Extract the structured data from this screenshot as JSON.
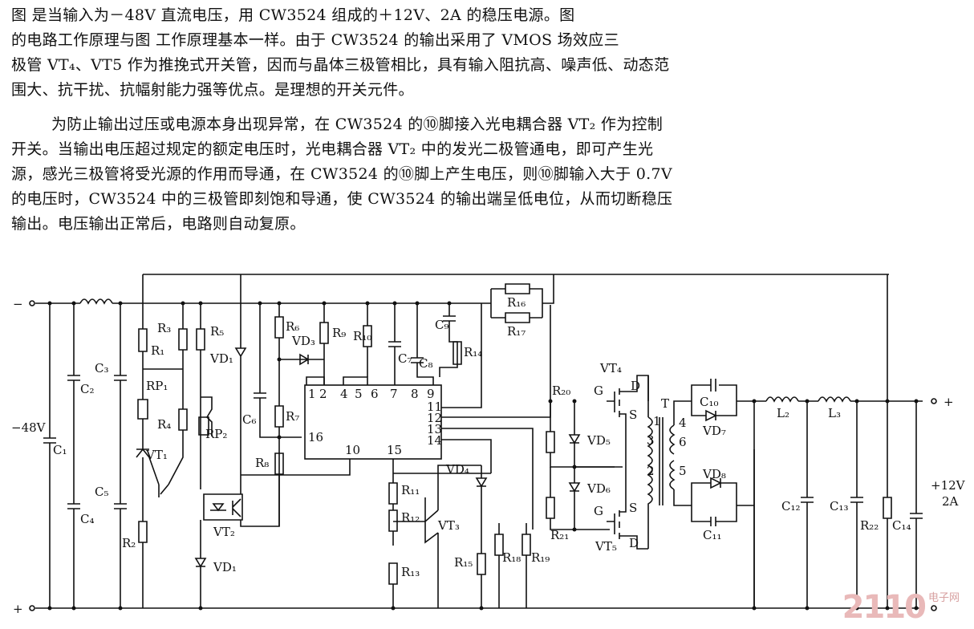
{
  "text": {
    "p1": [
      "图      是当输入为－48V 直流电压，用 CW3524 组成的＋12V、2A 的稳压电源。图",
      "的电路工作原理与图      工作原理基本一样。由于 CW3524 的输出采用了 VMOS 场效应三",
      "极管 VT₄、VT5 作为推挽式开关管，因而与晶体三极管相比，具有输入阻抗高、噪声低、动态范",
      "围大、抗干扰、抗幅射能力强等优点。是理想的开关元件。"
    ],
    "p2": [
      "为防止输出过压或电源本身出现异常，在 CW3524 的⑩脚接入光电耦合器 VT₂ 作为控制",
      "开关。当输出电压超过规定的额定电压时，光电耦合器 VT₂ 中的发光二极管通电，即可产生光",
      "源，感光三极管将受光源的作用而导通，在 CW3524 的⑩脚上产生电压，则⑩脚输入大于 0.7V",
      "的电压时，CW3524 中的三极管即刻饱和导通，使 CW3524 的输出端呈低电位，从而切断稳压",
      "输出。电压输出正常后，电路则自动复原。"
    ]
  },
  "schematic": {
    "terminal_minus": "−",
    "terminal_plus": "+",
    "input_label": "−48V",
    "output_plus": "+",
    "output_label": "+12V",
    "output_current": "2A",
    "ic_pins_top": [
      "1",
      "2",
      "4",
      "5",
      "6",
      "7",
      "8",
      "9"
    ],
    "ic_pins_right": [
      "11",
      "12",
      "13",
      "14"
    ],
    "ic_pins_bottom": [
      "10",
      "15"
    ],
    "ic_pin_left": "16",
    "labels": {
      "R1": "R₁",
      "R2": "R₂",
      "R3": "R₃",
      "R4": "R₄",
      "R5": "R₅",
      "R6": "R₆",
      "R7": "R₇",
      "R8": "R₈",
      "R9": "R₉",
      "R10": "R₁₀",
      "R11": "R₁₁",
      "R12": "R₁₂",
      "R13": "R₁₃",
      "R14": "R₁₄",
      "R15": "R₁₅",
      "R16": "R₁₆",
      "R17": "R₁₇",
      "R18": "R₁₈",
      "R19": "R₁₉",
      "R20": "R₂₀",
      "R21": "R₂₁",
      "R22": "R₂₂",
      "C1": "C₁",
      "C2": "C₂",
      "C3": "C₃",
      "C4": "C₄",
      "C5": "C₅",
      "C6": "C₆",
      "C7": "C₇",
      "C8": "C₈",
      "C9": "C₉",
      "C10": "C₁₀",
      "C11": "C₁₁",
      "C12": "C₁₂",
      "C13": "C₁₃",
      "C14": "C₁₄",
      "RP1": "RP₁",
      "RP2": "RP₂",
      "VT1": "VT₁",
      "VT2": "VT₂",
      "VT3": "VT₃",
      "VT4": "VT₄",
      "VT5": "VT₅",
      "VD1a": "VD₁",
      "VD1b": "VD₁",
      "VD3": "VD₃",
      "VD4": "VD₄",
      "VD5": "VD₅",
      "VD6": "VD₆",
      "VD7": "VD₇",
      "VD8": "VD₈",
      "L2": "L₂",
      "L3": "L₃",
      "T": "T",
      "G1": "G",
      "D1": "D",
      "S1": "S",
      "G2": "G",
      "S2": "S",
      "D2": "D",
      "t1": "1",
      "t4": "4",
      "t3": "3",
      "t6": "6",
      "t2": "2",
      "t5": "5"
    }
  },
  "watermark": {
    "logo": "2110",
    "site": "电子网"
  }
}
